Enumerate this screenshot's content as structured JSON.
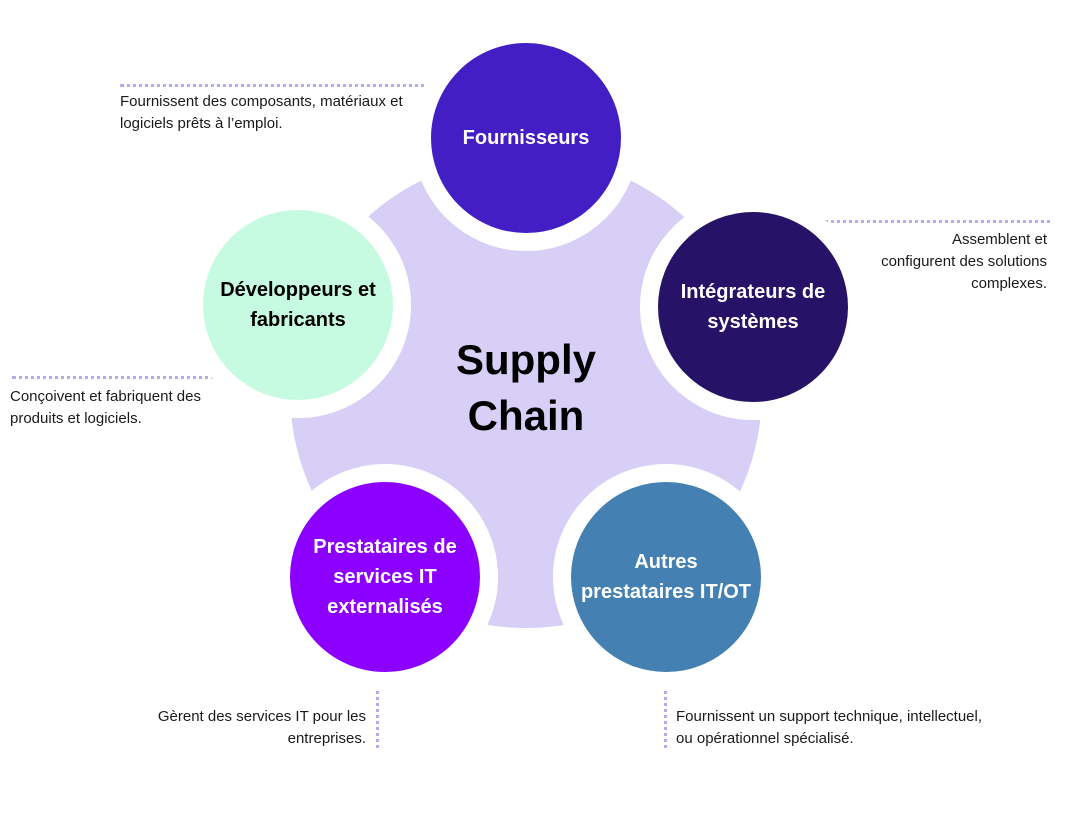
{
  "title": [
    "Supply",
    "Chain"
  ],
  "colors": {
    "hub": "#d8cff7",
    "leader": "#b7abee"
  },
  "nodes": [
    {
      "id": "fournisseurs",
      "label": "Fournisseurs",
      "color": "#431ec4",
      "text_color": "#ffffff",
      "description": "Fournissent des composants, matériaux et logiciels prêts à l’emploi."
    },
    {
      "id": "integrateurs",
      "label": "Intégrateurs de systèmes",
      "color": "#261266",
      "text_color": "#ffffff",
      "description": "Assemblent et configurent des solutions complexes."
    },
    {
      "id": "autres",
      "label": "Autres prestataires IT/OT",
      "color": "#4580b2",
      "text_color": "#ffffff",
      "description": "Fournissent un support technique, intellectuel, ou opérationnel spécialisé."
    },
    {
      "id": "prestataires",
      "label": "Prestataires de services IT externalisés",
      "color": "#8b00ff",
      "text_color": "#ffffff",
      "description": "Gèrent des services IT pour les entreprises."
    },
    {
      "id": "developpeurs",
      "label": "Développeurs et fabricants",
      "color": "#c7fbe1",
      "text_color": "#000000",
      "description": "Conçoivent et fabriquent des produits et logiciels."
    }
  ]
}
